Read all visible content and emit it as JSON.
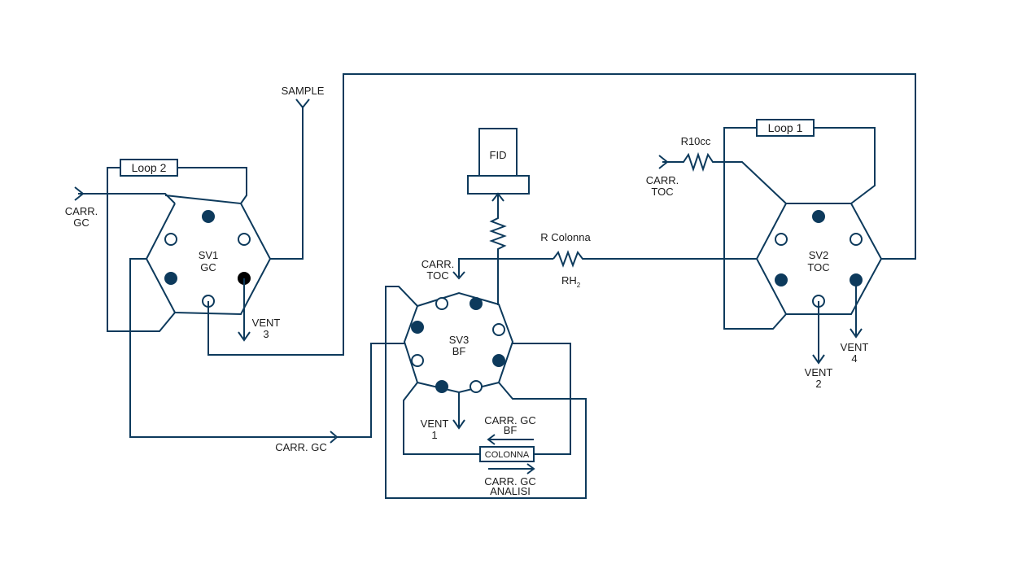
{
  "valves": {
    "sv1": {
      "name": "SV1",
      "mode": "GC"
    },
    "sv2": {
      "name": "SV2",
      "mode": "TOC"
    },
    "sv3": {
      "name": "SV3",
      "mode": "BF"
    }
  },
  "components": {
    "loop1": "Loop 1",
    "loop2": "Loop 2",
    "fid": "FID",
    "colonna": "COLONNA",
    "r10cc": "R10cc",
    "r_colonna": "R Colonna",
    "rh2": {
      "main": "RH",
      "sub": "2"
    }
  },
  "labels": {
    "sample": "SAMPLE",
    "carr_gc_left": [
      "CARR.",
      "GC"
    ],
    "carr_toc_right": [
      "CARR.",
      "TOC"
    ],
    "carr_toc_center": [
      "CARR.",
      "TOC"
    ],
    "carr_gc_bottom": "CARR. GC",
    "carr_gc_bf": [
      "CARR. GC",
      "BF"
    ],
    "carr_gc_analisi": [
      "CARR. GC",
      "ANALISI"
    ],
    "vent1": [
      "VENT",
      "1"
    ],
    "vent2": [
      "VENT",
      "2"
    ],
    "vent3": [
      "VENT",
      "3"
    ],
    "vent4": [
      "VENT",
      "4"
    ]
  }
}
